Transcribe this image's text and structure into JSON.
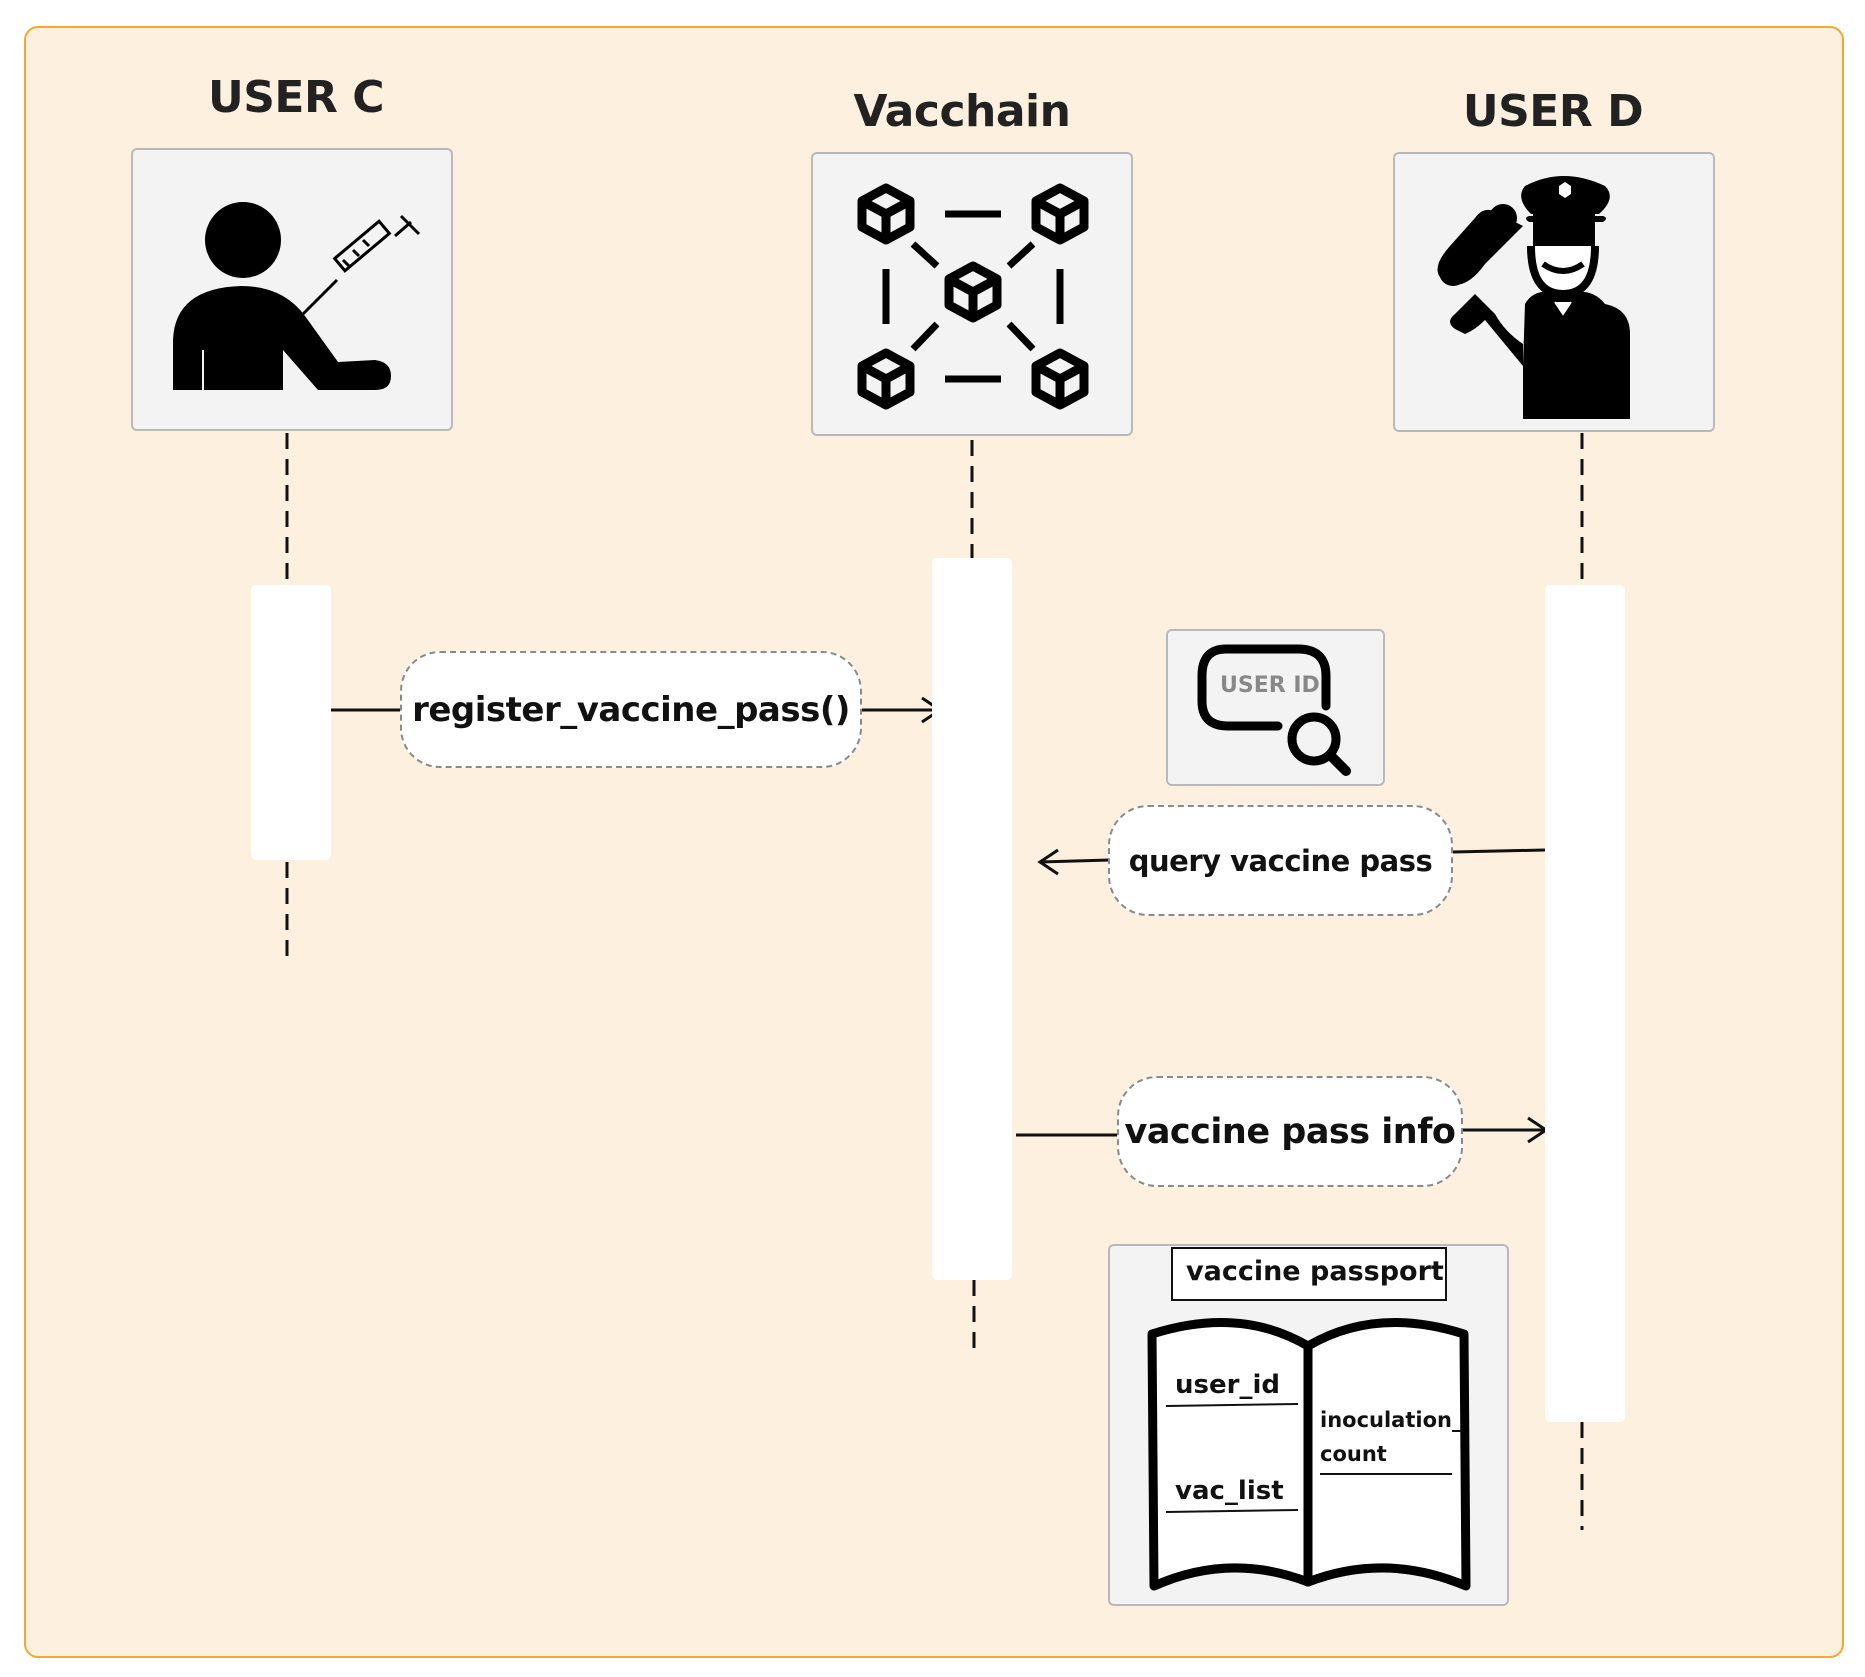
{
  "participants": {
    "user_c": {
      "label": "USER C",
      "icon": "person-vaccination-icon"
    },
    "vacchain": {
      "label": "Vacchain",
      "icon": "blockchain-network-icon"
    },
    "user_d": {
      "label": "USER D",
      "icon": "police-officer-salute-icon"
    }
  },
  "messages": {
    "register": "register_vaccine_pass()",
    "query": "query vaccine pass",
    "info": "vaccine pass info"
  },
  "user_id_card": {
    "label": "USER ID",
    "icon": "user-id-search-icon"
  },
  "passport": {
    "title": "vaccine passport",
    "icon": "open-book-icon",
    "left_fields": [
      "user_id",
      "vac_list"
    ],
    "right_field_line1": "inoculation_",
    "right_field_line2": "count"
  },
  "colors": {
    "background": "#fdf0df",
    "border": "#f4a833",
    "ink": "#111111"
  }
}
